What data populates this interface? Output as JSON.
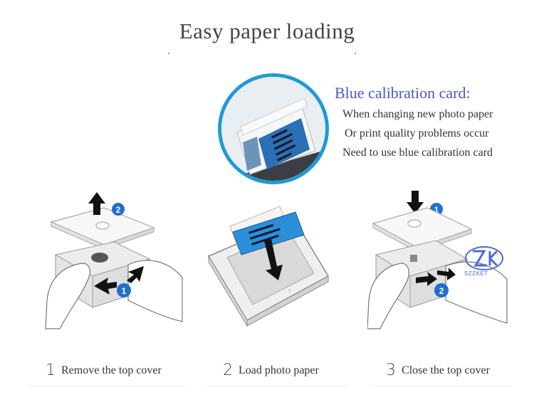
{
  "title": "Easy paper loading",
  "calibration": {
    "heading": "Blue calibration card:",
    "lines": [
      "When changing new photo paper",
      "Or print quality problems occur",
      "Need to use blue calibration card"
    ]
  },
  "steps": [
    {
      "number": "1",
      "label": "Remove the top cover"
    },
    {
      "number": "2",
      "label": "Load photo paper"
    },
    {
      "number": "3",
      "label": "Close the top cover"
    }
  ],
  "badges": {
    "one": "1",
    "two": "2"
  },
  "watermark": "SZZKET",
  "colors": {
    "accent_blue": "#1e6fd0",
    "card_blue": "#2a8fd8",
    "title_blue": "#4a59c4",
    "arrow": "#111111"
  },
  "icons": [
    "arrow-up-icon",
    "arrow-down-icon",
    "hand-icon",
    "printer-icon",
    "calibration-card-icon"
  ]
}
